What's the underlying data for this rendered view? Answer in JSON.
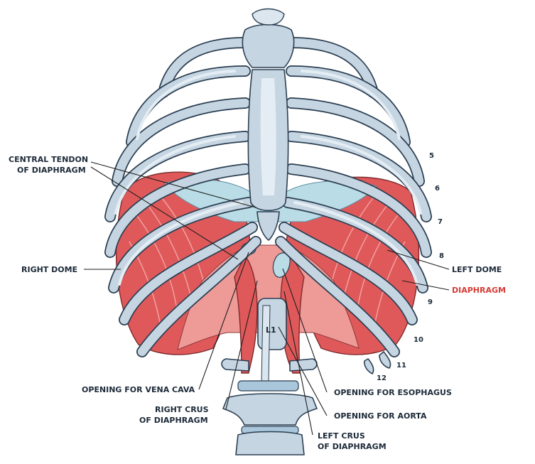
{
  "labels": {
    "central_tendon_line1": "CENTRAL TENDON",
    "central_tendon_line2": "OF DIAPHRAGM",
    "right_dome": "RIGHT DOME",
    "left_dome": "LEFT DOME",
    "diaphragm": "DIAPHRAGM",
    "vena_cava": "OPENING FOR VENA CAVA",
    "right_crus_line1": "RIGHT CRUS",
    "right_crus_line2": "OF DIAPHRAGM",
    "esophagus": "OPENING FOR ESOPHAGUS",
    "aorta": "OPENING FOR AORTA",
    "left_crus_line1": "LEFT CRUS",
    "left_crus_line2": "OF DIAPHRAGM",
    "vertebra": "L1"
  },
  "rib_numbers": [
    "5",
    "6",
    "7",
    "8",
    "9",
    "10",
    "11",
    "12"
  ],
  "colors": {
    "bone": "#c6d5e2",
    "outline": "#2b3f52",
    "muscle": "#e0595a",
    "tendon": "#b9dce6",
    "accent_label": "#d63b35"
  }
}
